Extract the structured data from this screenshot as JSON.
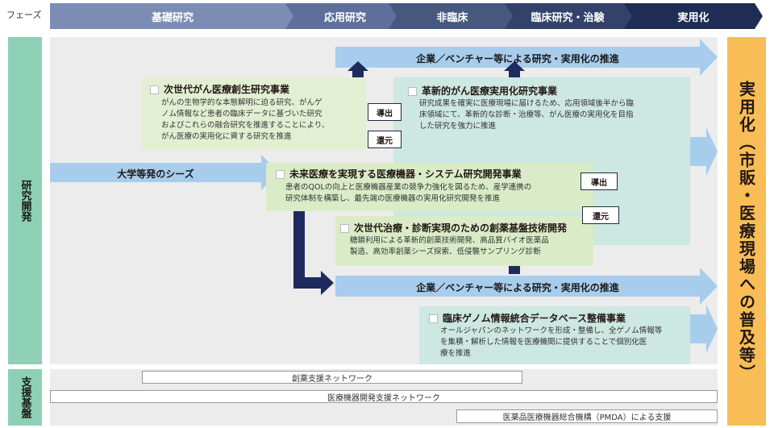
{
  "header": {
    "label": "フェーズ",
    "phases": [
      "基礎研究",
      "応用研究",
      "非臨床",
      "臨床研究・治験",
      "実用化"
    ]
  },
  "left_labels": {
    "rd": "研究開発",
    "support": "支援基盤"
  },
  "right_label": "実用化（市販・医療現場への普及等）",
  "arrows": {
    "enterprise_top": "企業／ベンチャー等による研究・実用化の推進",
    "enterprise_mid": "企業／ベンチャー等による研究・実用化の推進",
    "seeds": "大学等発のシーズ"
  },
  "tags": {
    "export1": "導出",
    "return1": "還元",
    "export2": "導出",
    "return2": "還元"
  },
  "projects": [
    {
      "title": "次世代がん医療創生研究事業",
      "lines": [
        "がんの生物学的な本態解明に迫る研究、がんゲ",
        "ノム情報など患者の臨床データに基づいた研究",
        "およびこれらの融合研究を推進することにより、",
        "がん医療の実用化に資する研究を推進"
      ]
    },
    {
      "title": "革新的がん医療実用化研究事業",
      "lines": [
        "研究成果を確実に医療現場に届けるため、応用領域後半から臨",
        "床領域にて、革新的な診断・治療等、がん医療の実用化を目指",
        "した研究を強力に推進"
      ]
    },
    {
      "title": "未来医療を実現する医療機器・システム研究開発事業",
      "lines": [
        "患者のQOLの向上と医療機器産業の競争力強化を図るため、産学連携の",
        "研究体制を構築し、最先端の医療機器の実用化研究開発を推進"
      ]
    },
    {
      "title": "次世代治療・診断実現のための創薬基盤技術開発",
      "lines": [
        "糖鎖利用による革新的創薬技術開発、高品質バイオ医薬品",
        "製造、高効率創薬シーズ探索、低侵襲サンプリング診断"
      ]
    },
    {
      "title": "臨床ゲノム情報統合データベース整備事業",
      "lines": [
        "オールジャパンのネットワークを形成・整備し、全ゲノム情報等",
        "を集積・解析した情報を医療機関に提供することで個別化医",
        "療を推進"
      ]
    }
  ],
  "support": [
    "創薬支援ネットワーク",
    "医療機器開発支援ネットワーク",
    "医薬品医療機器総合機構（PMDA）による支援"
  ],
  "colors": {
    "phase1": "#7b8db5",
    "phase2": "#5d6f9a",
    "phase3": "#47587f",
    "phase4": "#32426a",
    "phase5": "#1f2c53",
    "side": "#8ed0b5",
    "right": "#f9bd57",
    "light_blue": "#a8cdec",
    "dark_navy": "#1f2a5e",
    "green_box": "#e3efd2",
    "teal_box": "#cde7e1"
  }
}
